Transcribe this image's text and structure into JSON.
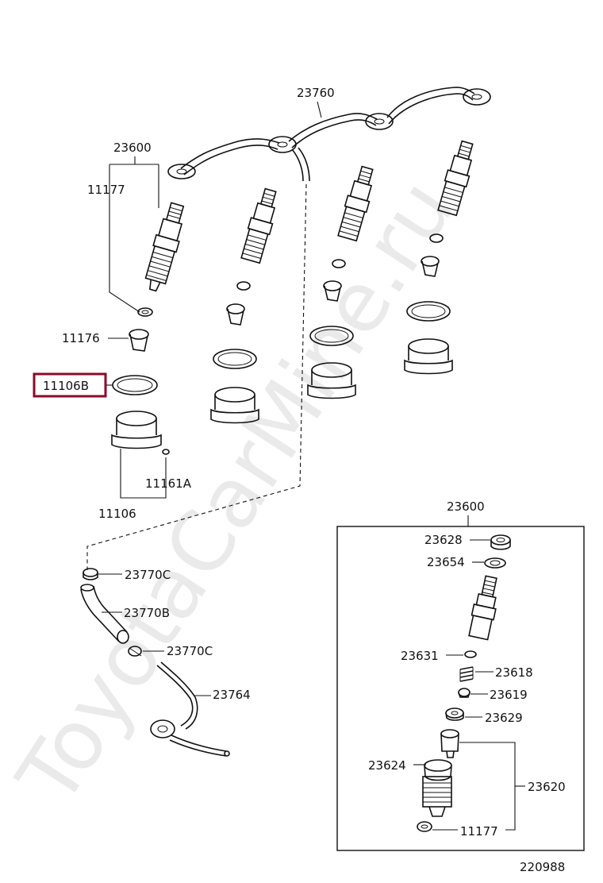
{
  "diagram_id": "220988",
  "watermark": "ToyotaCarMine.ru",
  "highlighted_part": "11106B",
  "labels": {
    "rail_23760": "23760",
    "nozzle_23600_top": "23600",
    "gasket_11177_top": "11177",
    "seat_11176": "11176",
    "oring_11106B": "11106B",
    "pin_11161A": "11161A",
    "holder_11106": "11106",
    "clip_23770C_upper": "23770C",
    "hose_23770B": "23770B",
    "clip_23770C_lower": "23770C",
    "pipe_23764": "23764",
    "nozzle_23600_detail": "23600",
    "nut_23628": "23628",
    "washer_23654": "23654",
    "shim_23631": "23631",
    "spring_23618": "23618",
    "seat_23619": "23619",
    "spacer_23629": "23629",
    "nozzle_body_23624": "23624",
    "nozzle_assy_23620": "23620",
    "gasket_11177_detail": "11177"
  }
}
